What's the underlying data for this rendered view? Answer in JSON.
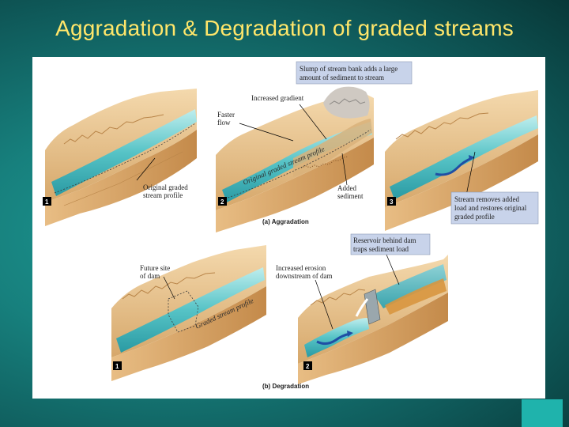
{
  "slide": {
    "title": "Aggradation & Degradation of graded streams",
    "colors": {
      "title": "#ffe66a",
      "background": "#17807d",
      "accent": "#1fb3ac"
    }
  },
  "figure": {
    "aggradation": {
      "caption": "(a) Aggradation",
      "panels": [
        {
          "number": "1",
          "labels": [
            "Original graded",
            "stream profile"
          ]
        },
        {
          "number": "2",
          "labels": {
            "faster_flow": [
              "Faster",
              "flow"
            ],
            "increased_gradient": "Increased gradient",
            "added_sediment": [
              "Added",
              "sediment"
            ],
            "profile_text": "Original graded stream profile"
          }
        },
        {
          "number": "3",
          "labels": [
            "Stream removes added",
            "load and restores original",
            "graded profile"
          ]
        }
      ],
      "slump_box": [
        "Slump of stream bank adds a large",
        "amount of sediment to stream"
      ]
    },
    "degradation": {
      "caption": "(b) Degradation",
      "panels": [
        {
          "number": "1",
          "labels": {
            "future_dam": [
              "Future site",
              "of dam"
            ],
            "profile_text": "Graded stream profile"
          }
        },
        {
          "number": "2",
          "labels": {
            "increased_erosion": [
              "Increased erosion",
              "downstream of dam"
            ],
            "reservoir_box": [
              "Reservoir behind dam",
              "traps sediment load"
            ]
          }
        }
      ]
    }
  }
}
